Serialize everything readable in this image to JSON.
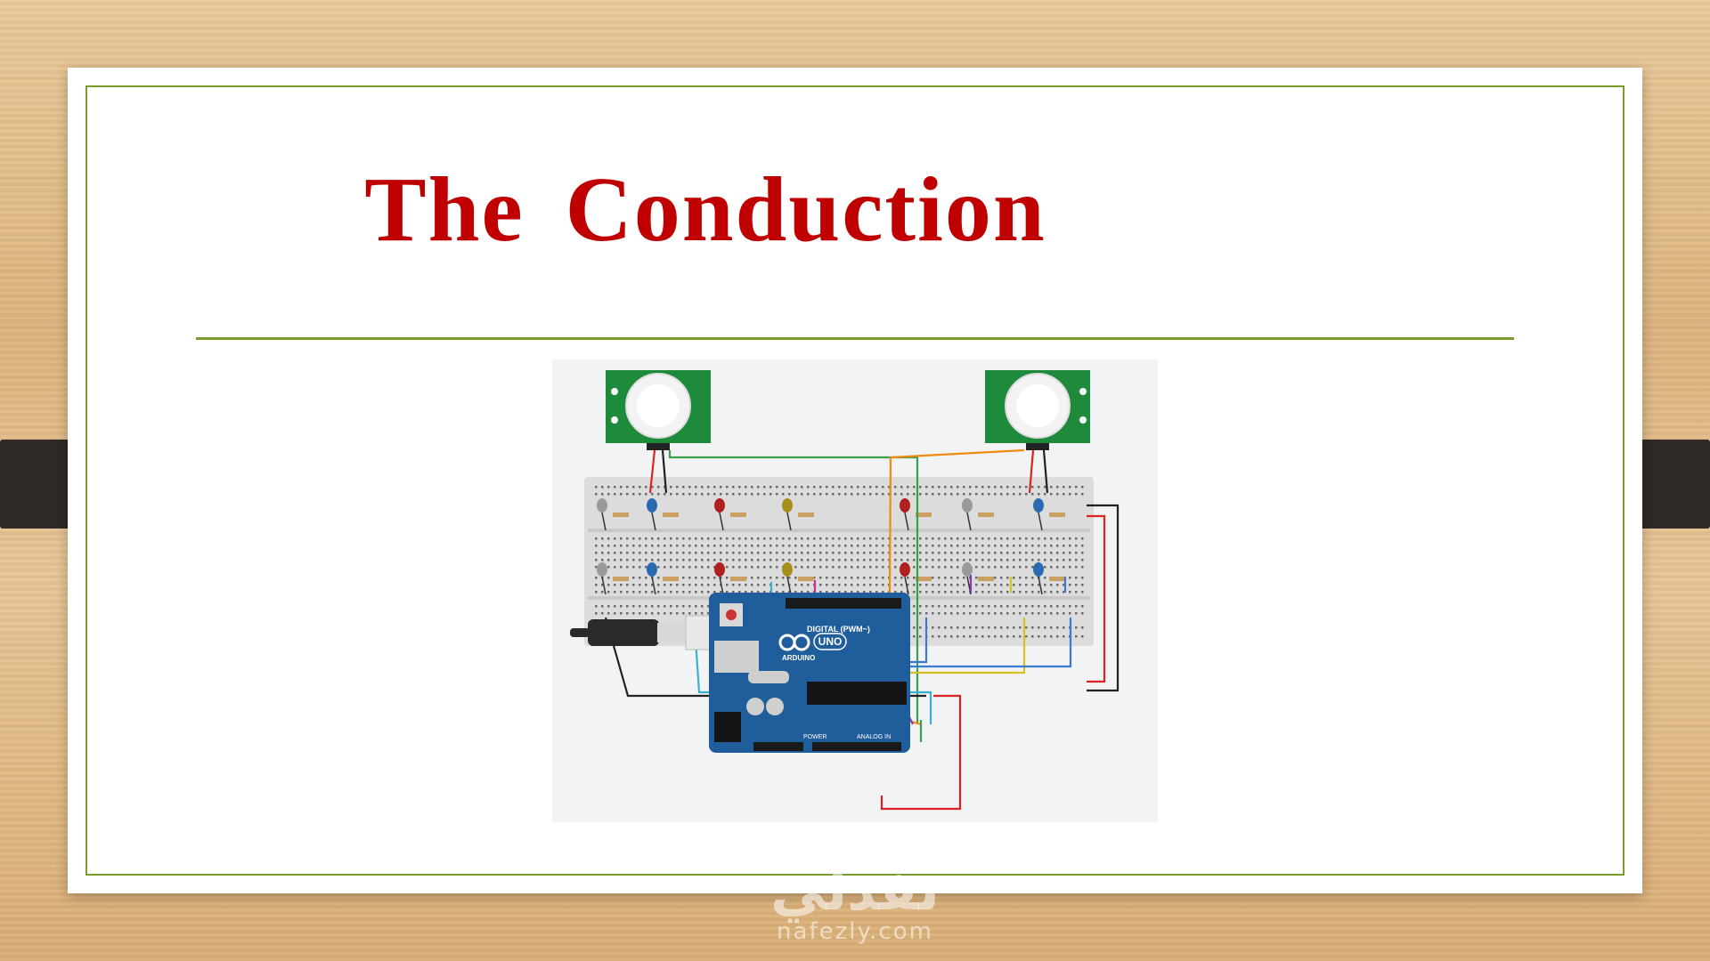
{
  "slide": {
    "title": "The  Conduction"
  },
  "circuit": {
    "board_label": "UNO",
    "board_brand": "ARDUINO",
    "digital_header": "DIGITAL (PWM~)",
    "power_header": "POWER",
    "analog_header": "ANALOG IN"
  },
  "watermark": {
    "main": "نفذلي",
    "sub": "nafezly.com"
  },
  "colors": {
    "title": "#c00000",
    "frame": "#7a9a2a",
    "board": "#1f5e9a",
    "sensor_pcb": "#1e8a3c"
  }
}
